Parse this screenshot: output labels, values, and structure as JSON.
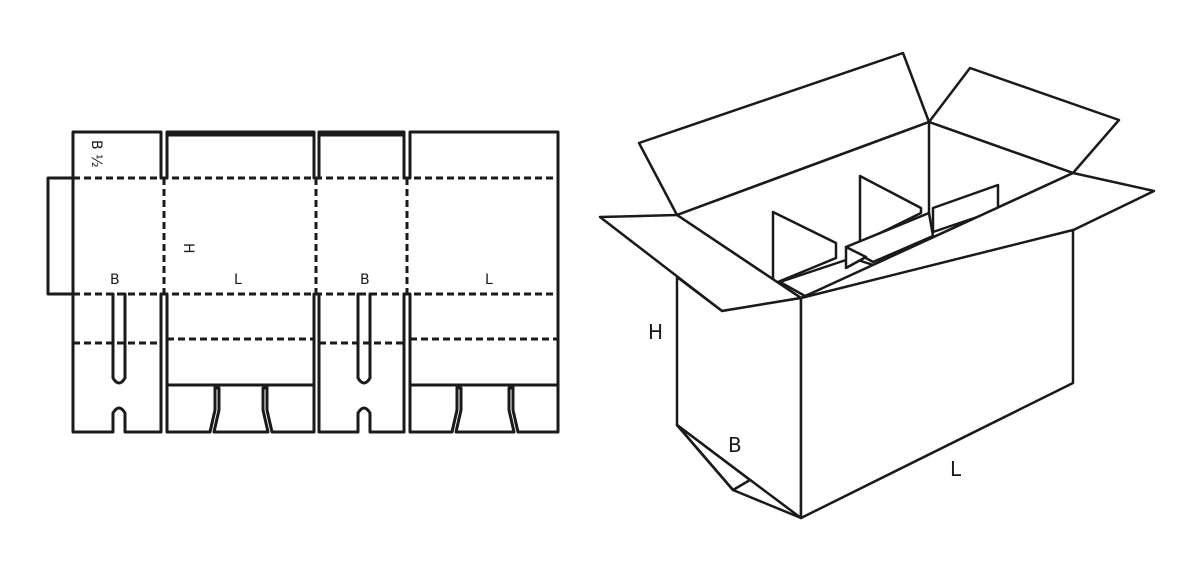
{
  "flat_layout": {
    "labels": {
      "flap_half_width": "B ½",
      "height": "H",
      "width_panel_1": "B",
      "length_panel_1": "L",
      "width_panel_2": "B",
      "length_panel_2": "L"
    }
  },
  "box_3d": {
    "labels": {
      "height": "H",
      "width": "B",
      "length": "L"
    }
  }
}
